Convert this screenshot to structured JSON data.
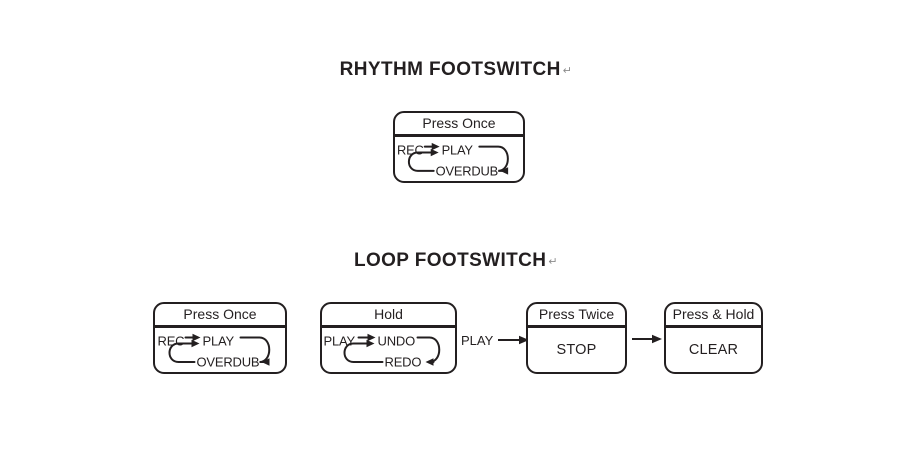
{
  "page": {
    "ink_color": "#231f20",
    "return_mark_color": "#8c8c8c",
    "return_mark": "↵"
  },
  "rhythm_section": {
    "title": "RHYTHM FOOTSWITCH",
    "box": {
      "header": "Press Once",
      "from": "REC",
      "to": "PLAY",
      "loop": "OVERDUB"
    }
  },
  "loop_section": {
    "title": "LOOP FOOTSWITCH",
    "box_press_once": {
      "header": "Press Once",
      "from": "REC",
      "to": "PLAY",
      "loop": "OVERDUB"
    },
    "box_hold": {
      "header": "Hold",
      "from": "PLAY",
      "to": "UNDO",
      "loop": "REDO"
    },
    "connector_label": "PLAY",
    "box_press_twice": {
      "header": "Press Twice",
      "action": "STOP"
    },
    "box_press_hold": {
      "header": "Press & Hold",
      "action": "CLEAR"
    }
  }
}
